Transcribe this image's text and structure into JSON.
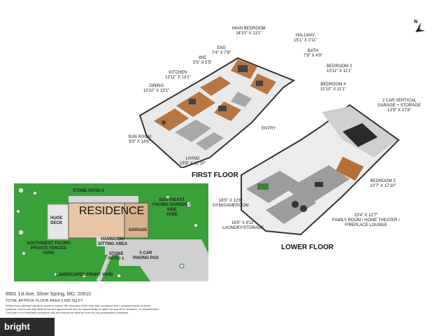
{
  "compass": {
    "label": "N"
  },
  "first_floor": {
    "title": "FIRST FLOOR",
    "rooms": {
      "main_bedroom": {
        "name": "MAIN BEDROOM",
        "dim": "14'10\" x 13'1\""
      },
      "hallway": {
        "name": "HALLWAY",
        "dim": "15'1\" x 2'11\""
      },
      "ens": {
        "name": "ENS",
        "dim": "7'4\" x 7'9\""
      },
      "bath": {
        "name": "BATH",
        "dim": "7'9\" x 4'9\""
      },
      "wic": {
        "name": "WIC",
        "dim": "5'5\" x 5'5\""
      },
      "bedroom3": {
        "name": "BEDROOM 3",
        "dim": "10'11\" x 11'1\""
      },
      "kitchen": {
        "name": "KITCHEN",
        "dim": "13'11\" x 13'1\""
      },
      "bedroom4": {
        "name": "BEDROOM 4",
        "dim": "10'10\" x 11'1\""
      },
      "dining": {
        "name": "DINING",
        "dim": "10'10\" x 13'1\""
      },
      "sun_room": {
        "name": "SUN ROOM",
        "dim": "9'3\" x 14'9\""
      },
      "entry": {
        "name": "ENTRY",
        "dim": ""
      },
      "living": {
        "name": "LIVING",
        "dim": "15'9\" x 12'10\""
      }
    }
  },
  "lower_floor": {
    "title": "LOWER FLOOR",
    "rooms": {
      "garage": {
        "name": "2 CAR VERTICAL GARAGE + STORAGE",
        "line1": "2 CAR VERTICAL",
        "line2": "GARAGE + STORAGE",
        "dim": "13'9\" x 27'6\""
      },
      "bedroom2": {
        "name": "BEDROOM 2",
        "dim": "10'7\" x 17'10\""
      },
      "gym": {
        "name": "GYM/GAMEROOM",
        "dim": "16'5\" x 12'6\""
      },
      "family": {
        "dim": "23'4\" x 12'7\"",
        "line1": "FAMILY ROOM / HOME THEATER /",
        "line2": "FIREPLACE LOUNGE"
      },
      "laundry": {
        "name": "LAUNDRY/STORAGE",
        "dim": "16'5\" x 8'11\""
      }
    }
  },
  "site_plan": {
    "residence": "RESIDENCE",
    "stone_patio_2": "STONE PATIO 2",
    "southeast_garden": {
      "l1": "SOUTHEAST",
      "l2": "FACING GARDEN +",
      "l3": "SIDE",
      "l4": "YARD"
    },
    "huge_deck": {
      "l1": "HUGE",
      "l2": "DECK"
    },
    "garage": "GARAGE",
    "hammock": {
      "l1": "HAMMOCK/",
      "l2": "SITTING AREA"
    },
    "southwest_yard": {
      "l1": "SOUTHWEST FACING",
      "l2": "PRIVATE FENCED",
      "l3": "YARD"
    },
    "stone_patio_1": {
      "l1": "STONE",
      "l2": "PATIO 1"
    },
    "parking": {
      "l1": "5 CAR",
      "l2": "PAKING PAD"
    },
    "front_yard": "LANDSCAPED FRONT YARD"
  },
  "footer": {
    "address": "8901 1st Ave, Silver Spring, MD, 20910",
    "area": "TOTAL APPROX FLOOR AREA 2,680 SQ.FT",
    "disclaimer1": "Whilst every attempt has been made to ensure the accuracy of the floor plan contained here, measurements of doors,",
    "disclaimer2": "windows, rooms and any other items are approximate and no responsibility is taken for any error, omission, or misstatement.",
    "disclaimer3": "This plan is for illustrative purposes only and should be used as such by any prospective purchaser.",
    "brand": "bright"
  },
  "colors": {
    "wall": "#3a3a3a",
    "floor_wood": "#b5703a",
    "floor_gray": "#8f8f8f",
    "grass": "#3aa13a",
    "residence": "#e8c6a4",
    "paving": "#c8c8c8"
  }
}
